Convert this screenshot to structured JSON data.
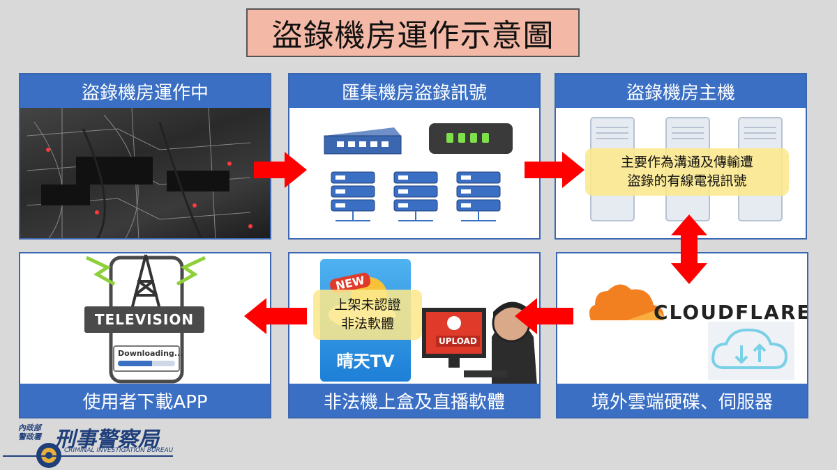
{
  "title": "盜錄機房運作示意圖",
  "panels": {
    "p1": {
      "label": "盜錄機房運作中"
    },
    "p2": {
      "label": "匯集機房盜錄訊號"
    },
    "p3": {
      "label": "盜錄機房主機",
      "note_line1": "主要作為溝通及傳輸遭",
      "note_line2": "盜錄的有線電視訊號"
    },
    "p4": {
      "label": "使用者下載APP",
      "tv_text": "TELEVISION",
      "download_text": "Downloading..."
    },
    "p5": {
      "label": "非法機上盒及直播軟體",
      "note_line1": "上架未認證",
      "note_line2": "非法軟體",
      "app_name": "晴天TV",
      "new_badge": "NEW",
      "upload_text": "UPLOAD"
    },
    "p6": {
      "label": "境外雲端硬碟、伺服器",
      "brand": "CLOUDFLARE"
    }
  },
  "logo": {
    "line1": "內政部",
    "line2": "警政署",
    "name": "刑事警察局",
    "english": "CRIMINAL INVESTIGATION BUREAU"
  },
  "colors": {
    "bar": "#3a6fc4",
    "arrow": "#ff0000",
    "title_bg": "#f4b9a6",
    "note": "#fce88c"
  }
}
